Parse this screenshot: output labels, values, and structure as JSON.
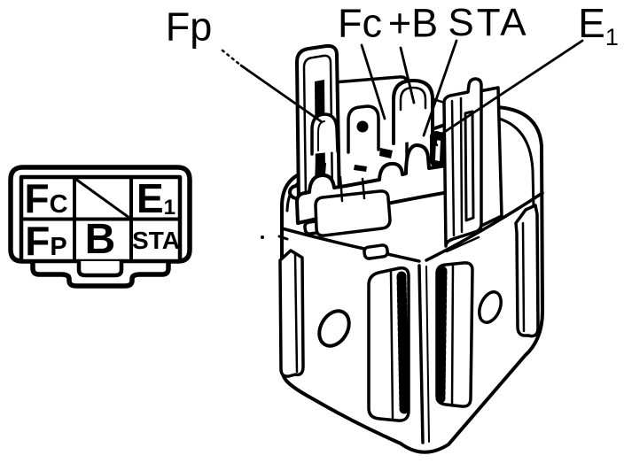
{
  "diagram": {
    "description": "Circuit opening relay terminal identification diagram",
    "background_color": "#ffffff",
    "line_color": "#000000",
    "top_labels": {
      "fp": {
        "text": "Fp"
      },
      "fc": {
        "text": "Fc"
      },
      "plus_b": {
        "text": "+B"
      },
      "sta": {
        "text": "STA"
      },
      "e1": {
        "main": "E",
        "sub": "1"
      }
    },
    "connector_pinout": {
      "row1": {
        "cell_fc": {
          "main": "F",
          "sub": "C"
        },
        "cell_blank_diagonal": {
          "label": ""
        },
        "cell_e1": {
          "main": "E",
          "sub": "1"
        }
      },
      "row2": {
        "cell_fp": {
          "main": "F",
          "sub": "P"
        },
        "cell_b": {
          "text": "B"
        },
        "cell_sta": {
          "text": "STA"
        }
      }
    }
  }
}
